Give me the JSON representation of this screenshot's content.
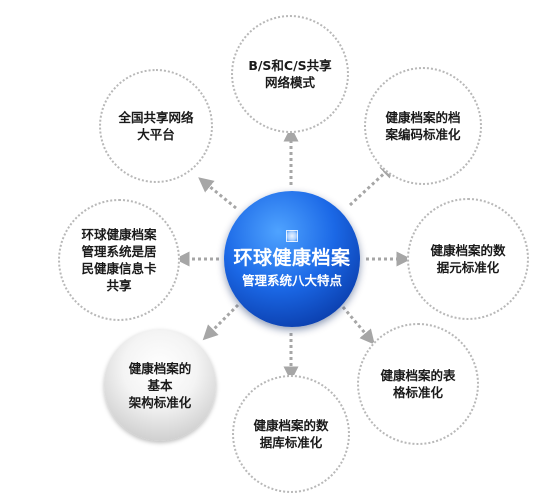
{
  "hub": {
    "title": "环球健康档案",
    "subtitle": "管理系统八大特点"
  },
  "colors": {
    "hub": "#1b68e6",
    "arrow": "#a6a6a6",
    "node_border": "#b8b8b8"
  },
  "features": [
    {
      "id": "bs-cs",
      "label": "B/S和C/S共享\n网络模式"
    },
    {
      "id": "code-std",
      "label": "健康档案的档\n案编码标准化"
    },
    {
      "id": "meta-std",
      "label": "健康档案的数\n据元标准化"
    },
    {
      "id": "table-std",
      "label": "健康档案的表\n格标准化"
    },
    {
      "id": "db-std",
      "label": "健康档案的数\n据库标准化"
    },
    {
      "id": "arch-std",
      "label": "健康档案的\n基本\n架构标准化"
    },
    {
      "id": "card-share",
      "label": "环球健康档案\n管理系统是居\n民健康信息卡\n共享"
    },
    {
      "id": "national",
      "label": "全国共享网络\n大平台"
    }
  ]
}
